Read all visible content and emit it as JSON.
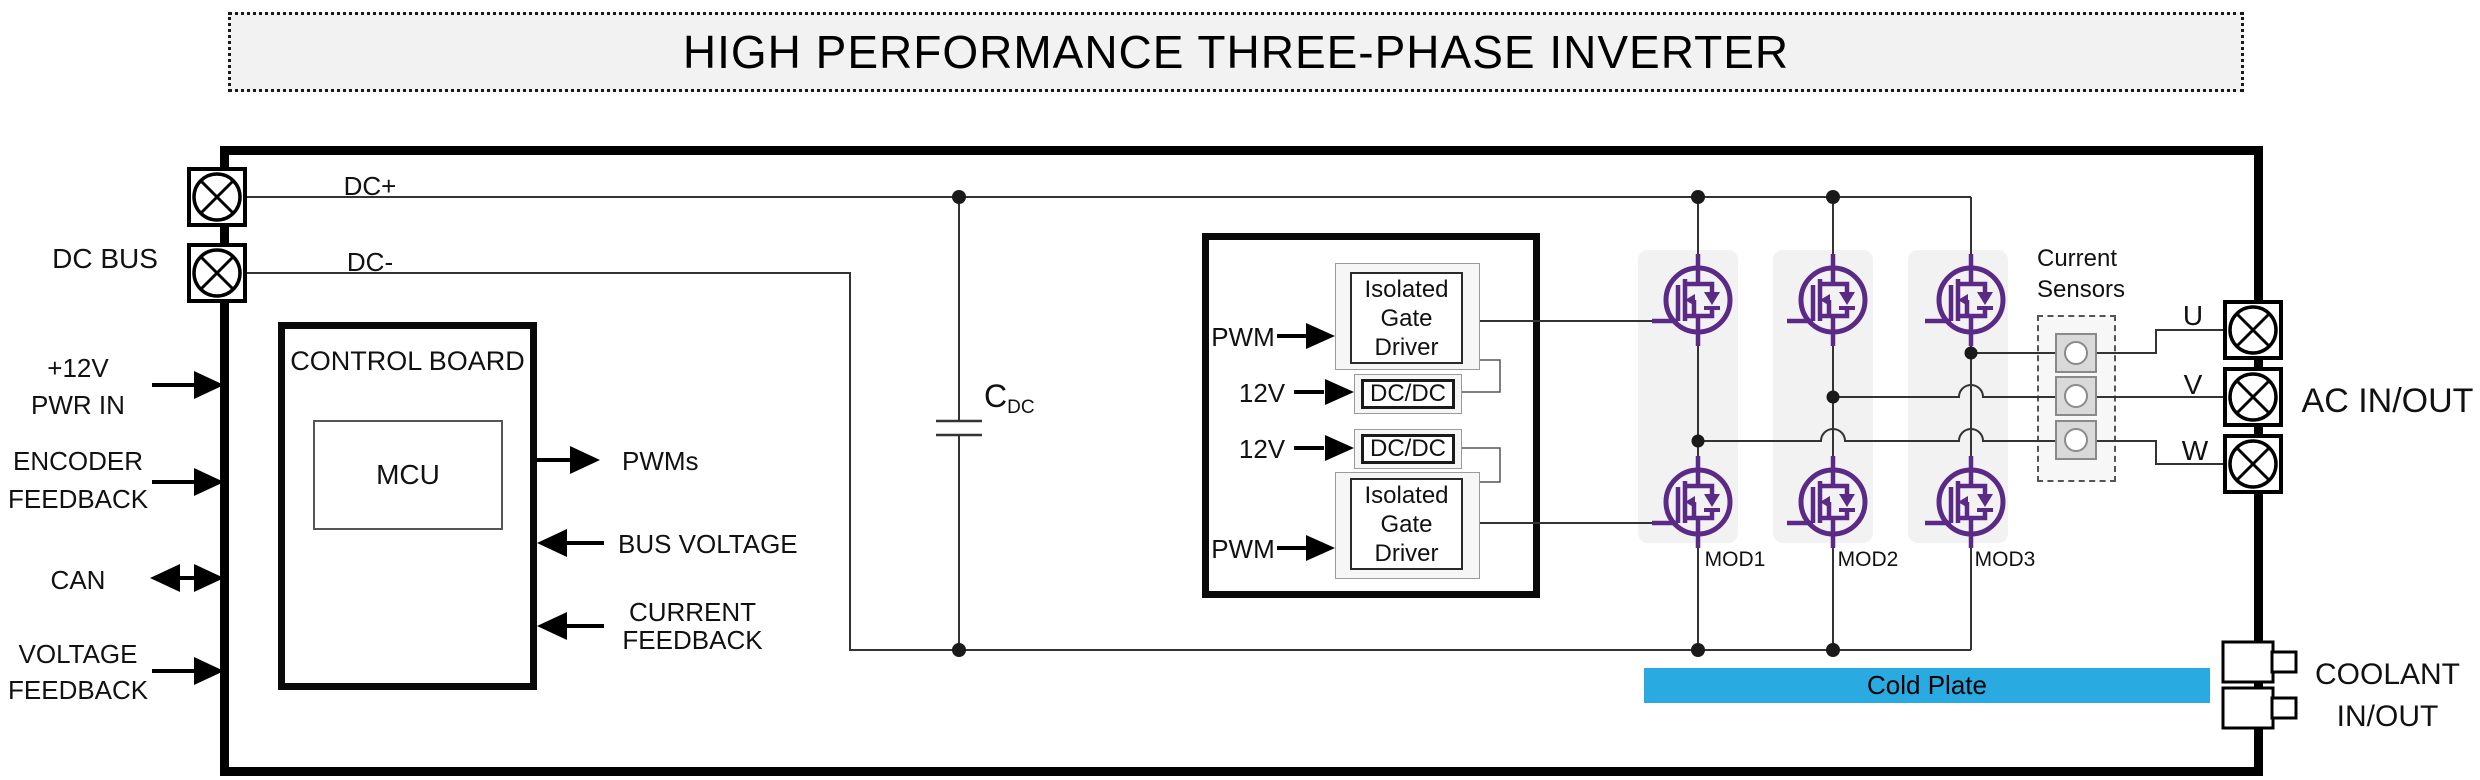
{
  "title": "HIGH PERFORMANCE THREE-PHASE INVERTER",
  "dc_input": {
    "bus_label": "DC BUS",
    "positive_rail": "DC+",
    "negative_rail": "DC-"
  },
  "left_ports": [
    {
      "lines": [
        "+12V",
        "PWR IN"
      ],
      "direction": "input"
    },
    {
      "lines": [
        "ENCODER",
        "FEEDBACK"
      ],
      "direction": "input"
    },
    {
      "lines": [
        "CAN"
      ],
      "direction": "bidirectional"
    },
    {
      "lines": [
        "VOLTAGE",
        "FEEDBACK"
      ],
      "direction": "input"
    }
  ],
  "control_board": {
    "title": "CONTROL BOARD",
    "mcu_label": "MCU",
    "signals": [
      {
        "label": "PWMs",
        "direction": "output"
      },
      {
        "label": "BUS VOLTAGE",
        "direction": "input"
      },
      {
        "lines": [
          "CURRENT",
          "FEEDBACK"
        ],
        "direction": "input"
      }
    ]
  },
  "dc_link_capacitor": {
    "symbol": "C",
    "subscript": "DC"
  },
  "gate_driver_unit": {
    "top_input": "PWM",
    "top_supply": "12V",
    "bottom_supply": "12V",
    "bottom_input": "PWM",
    "top_driver_lines": [
      "Isolated",
      "Gate",
      "Driver"
    ],
    "top_converter": "DC/DC",
    "bottom_converter": "DC/DC",
    "bottom_driver_lines": [
      "Isolated",
      "Gate",
      "Driver"
    ]
  },
  "power_modules": {
    "labels": [
      "MOD1",
      "MOD2",
      "MOD3"
    ]
  },
  "current_sensors": {
    "label_lines": [
      "Current",
      "Sensors"
    ]
  },
  "ac_output": {
    "phases": [
      "U",
      "V",
      "W"
    ],
    "label": "AC IN/OUT"
  },
  "cooling": {
    "cold_plate_label": "Cold Plate",
    "coolant_lines": [
      "COOLANT",
      "IN/OUT"
    ]
  },
  "colors": {
    "mosfet_purple": "#5b2a87",
    "cold_plate_blue": "#29abe2",
    "module_background": "#f2f2f2",
    "title_background": "#f2f2f2"
  }
}
